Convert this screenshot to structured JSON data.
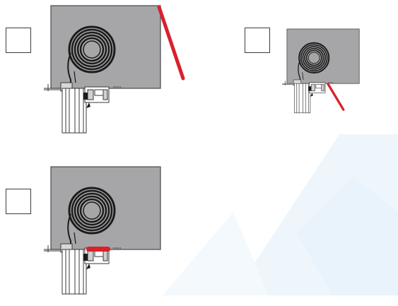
{
  "colors": {
    "housing": "#a6a6a8",
    "housing_border": "#4a4a4a",
    "coil": "#1c1c1c",
    "frame": "#3a3a3a",
    "highlight": "#d9212b",
    "watermark": "#eef6fc",
    "checkbox_border": "#3c3c3c"
  },
  "panels": [
    {
      "id": "variant-1",
      "checked": false,
      "highlight": "diagonal-top-right",
      "icon": "roller-shutter-box-icon"
    },
    {
      "id": "variant-2",
      "checked": false,
      "highlight": "diagonal-bottom-right",
      "icon": "roller-shutter-box-icon"
    },
    {
      "id": "variant-3",
      "checked": false,
      "highlight": "bottom-horizontal",
      "icon": "roller-shutter-box-icon"
    }
  ]
}
